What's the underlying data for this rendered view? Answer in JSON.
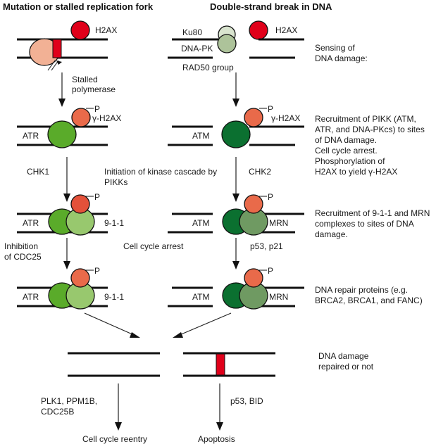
{
  "headers": {
    "left": "Mutation or stalled replication fork",
    "right": "Double-strand break in DNA"
  },
  "colors": {
    "h2ax": "#e0001a",
    "gamma_h2ax": "#e96a4a",
    "polymerase": "#f2b195",
    "lesion": "#e0001a",
    "atr": "#5aab2a",
    "nine_one_one": "#98c86e",
    "atm": "#0b7030",
    "mrn": "#6f9a62",
    "ku80": "#d9e4cf",
    "dna_pk": "#adc39a"
  },
  "stage1": {
    "left": {
      "protein": "H2AX",
      "note": "Stalled polymerase"
    },
    "right": {
      "ku80": "Ku80",
      "dnapk": "DNA-PK",
      "rad50": "RAD50 group",
      "protein": "H2AX"
    },
    "description": [
      "Sensing of",
      "DNA damage:"
    ]
  },
  "stage2": {
    "left": {
      "kinase": "ATR",
      "phospho": "P",
      "protein": "γ-H2AX"
    },
    "right": {
      "kinase": "ATM",
      "phospho": "P",
      "protein": "γ-H2AX"
    },
    "description": [
      "Recruitment of PIKK (ATM,",
      "ATR, and DNA-PKcs)  to sites",
      "of DNA damage.",
      "Cell cycle arrest.",
      "Phosphorylation of",
      "H2AX to yield γ-H2AX"
    ]
  },
  "transition2": {
    "left": "CHK1",
    "middle": [
      "Initiation of kinase cascade by",
      "PIKKs"
    ],
    "right": "CHK2"
  },
  "stage3": {
    "left": {
      "kinase": "ATR",
      "complex": "9-1-1",
      "phospho": "P"
    },
    "right": {
      "kinase": "ATM",
      "complex": "MRN",
      "phospho": "P"
    },
    "description": [
      "Recruitment of 9-1-1 and MRN",
      "complexes to sites of DNA",
      "damage."
    ]
  },
  "transition3": {
    "left": [
      "Inhibition",
      "of CDC25"
    ],
    "middle": "Cell cycle arrest",
    "right": "p53, p21"
  },
  "stage4": {
    "left": {
      "kinase": "ATR",
      "complex": "9-1-1",
      "phospho": "P"
    },
    "right": {
      "kinase": "ATM",
      "complex": "MRN",
      "phospho": "P"
    },
    "description": [
      "DNA repair proteins (e.g.",
      "BRCA2, BRCA1, and FANC)"
    ]
  },
  "stage5": {
    "description": [
      "DNA damage",
      "repaired or not"
    ]
  },
  "outcomes": {
    "left": {
      "factors": [
        "PLK1, PPM1B,",
        "CDC25B"
      ],
      "result": "Cell cycle reentry"
    },
    "right": {
      "factors": "p53, BID",
      "result": "Apoptosis"
    }
  }
}
